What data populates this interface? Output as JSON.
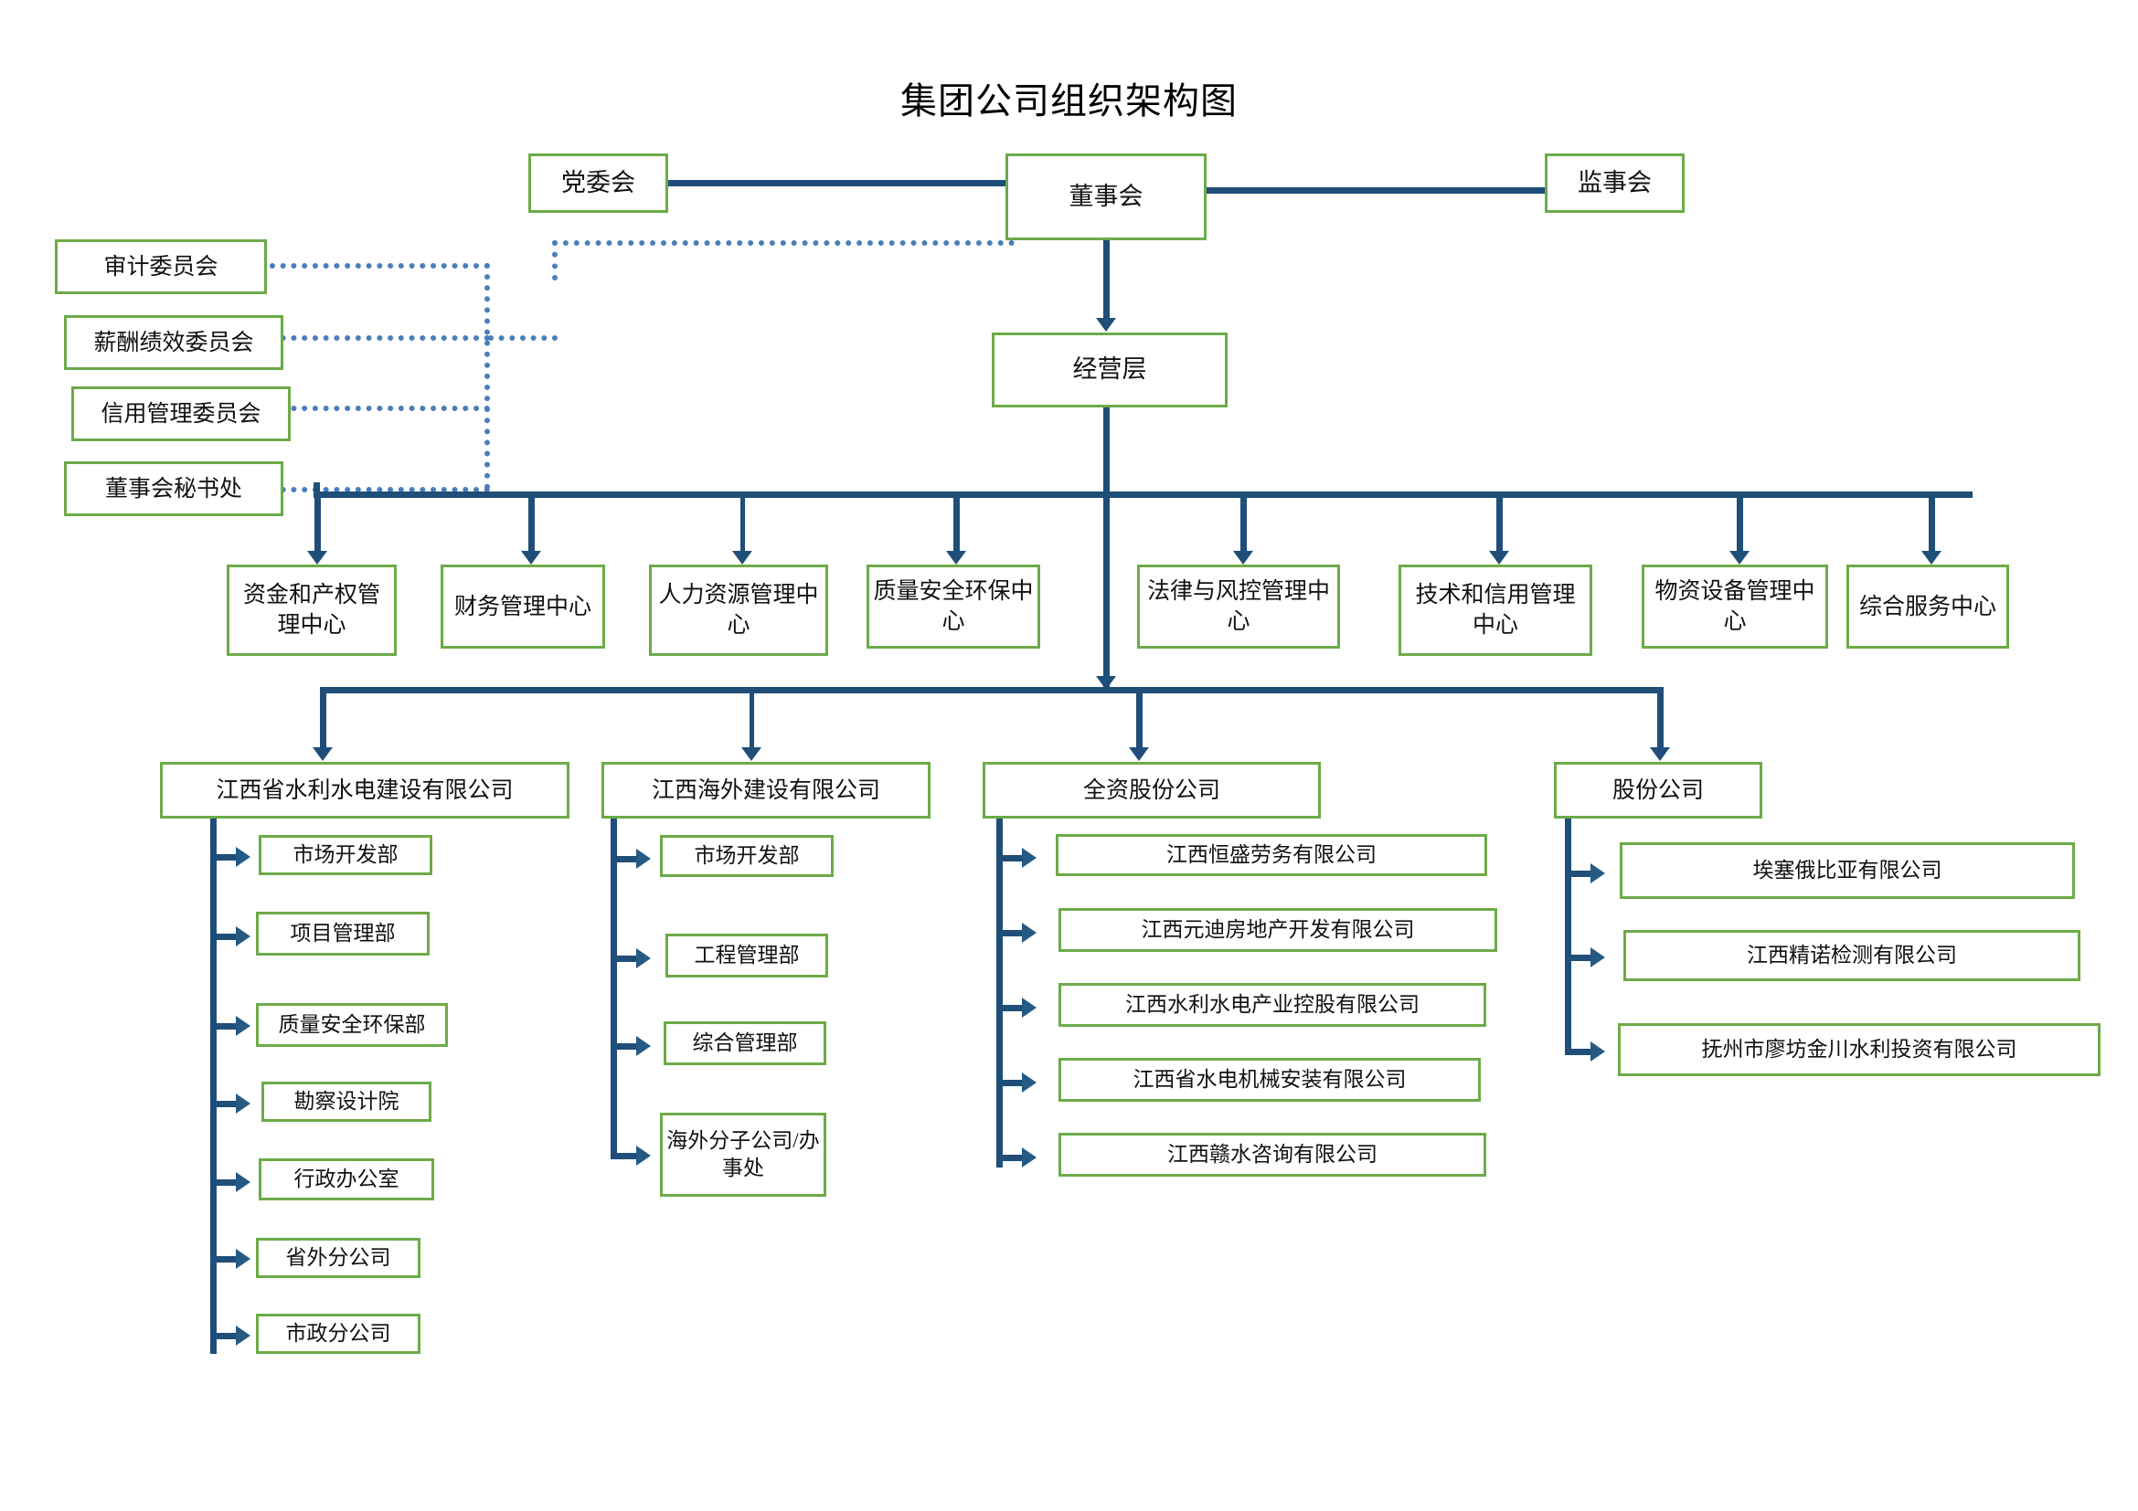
{
  "title": "集团公司组织架构图",
  "colors": {
    "box_border": "#6cab48",
    "connector": "#1f4e79",
    "dotted_connector": "#4a7ebb",
    "background": "#ffffff",
    "text": "#111111"
  },
  "top_level": {
    "party_committee": "党委会",
    "board_of_directors": "董事会",
    "supervisory_board": "监事会"
  },
  "board_committees": [
    {
      "label": "审计委员会"
    },
    {
      "label": "薪酬绩效委员会"
    },
    {
      "label": "信用管理委员会"
    },
    {
      "label": "董事会秘书处"
    }
  ],
  "management_layer": {
    "label": "经营层"
  },
  "centers": [
    {
      "label": "资金和产权管理中心"
    },
    {
      "label": "财务管理中心"
    },
    {
      "label": "人力资源管理中心"
    },
    {
      "label": "质量安全环保中心"
    },
    {
      "label": "法律与风控管理中心"
    },
    {
      "label": "技术和信用管理中心"
    },
    {
      "label": "物资设备管理中心"
    },
    {
      "label": "综合服务中心"
    }
  ],
  "divisions": [
    {
      "name": "江西省水利水电建设有限公司",
      "children": [
        {
          "label": "市场开发部"
        },
        {
          "label": "项目管理部"
        },
        {
          "label": "质量安全环保部"
        },
        {
          "label": "勘察设计院"
        },
        {
          "label": "行政办公室"
        },
        {
          "label": "省外分公司"
        },
        {
          "label": "市政分公司"
        }
      ]
    },
    {
      "name": "江西海外建设有限公司",
      "children": [
        {
          "label": "市场开发部"
        },
        {
          "label": "工程管理部"
        },
        {
          "label": "综合管理部"
        },
        {
          "label": "海外分子公司/办事处"
        }
      ]
    },
    {
      "name": "全资股份公司",
      "children": [
        {
          "label": "江西恒盛劳务有限公司"
        },
        {
          "label": "江西元迪房地产开发有限公司"
        },
        {
          "label": "江西水利水电产业控股有限公司"
        },
        {
          "label": "江西省水电机械安装有限公司"
        },
        {
          "label": "江西赣水咨询有限公司"
        }
      ]
    },
    {
      "name": "股份公司",
      "children": [
        {
          "label": "埃塞俄比亚有限公司"
        },
        {
          "label": "江西精诺检测有限公司"
        },
        {
          "label": "抚州市廖坊金川水利投资有限公司"
        }
      ]
    }
  ]
}
